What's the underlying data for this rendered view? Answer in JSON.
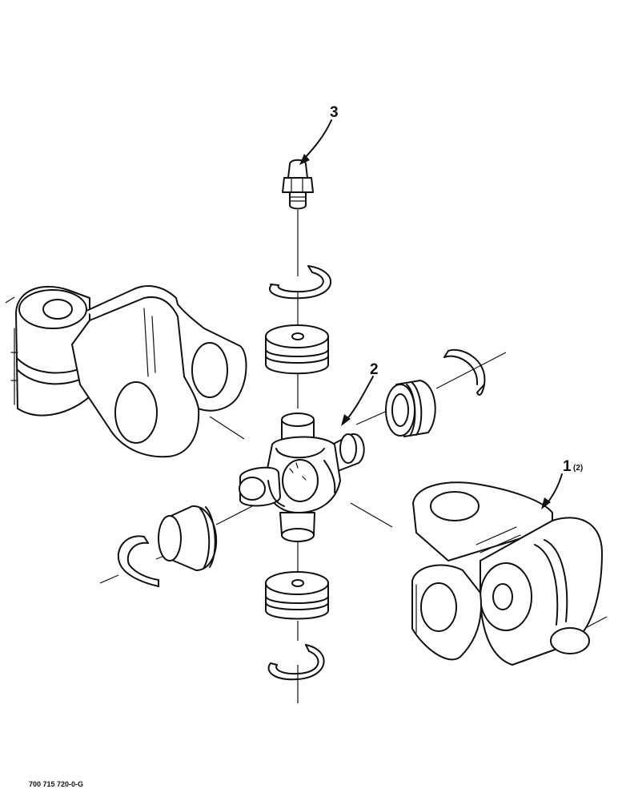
{
  "callouts": {
    "one": "1",
    "one_qty": "(2)",
    "two": "2",
    "three": "3"
  },
  "figure_code": "700 715 720-0-G",
  "parts": {
    "yoke_left": "yoke",
    "yoke_right": "yoke",
    "cross": "cross",
    "fitting": "grease fitting"
  }
}
